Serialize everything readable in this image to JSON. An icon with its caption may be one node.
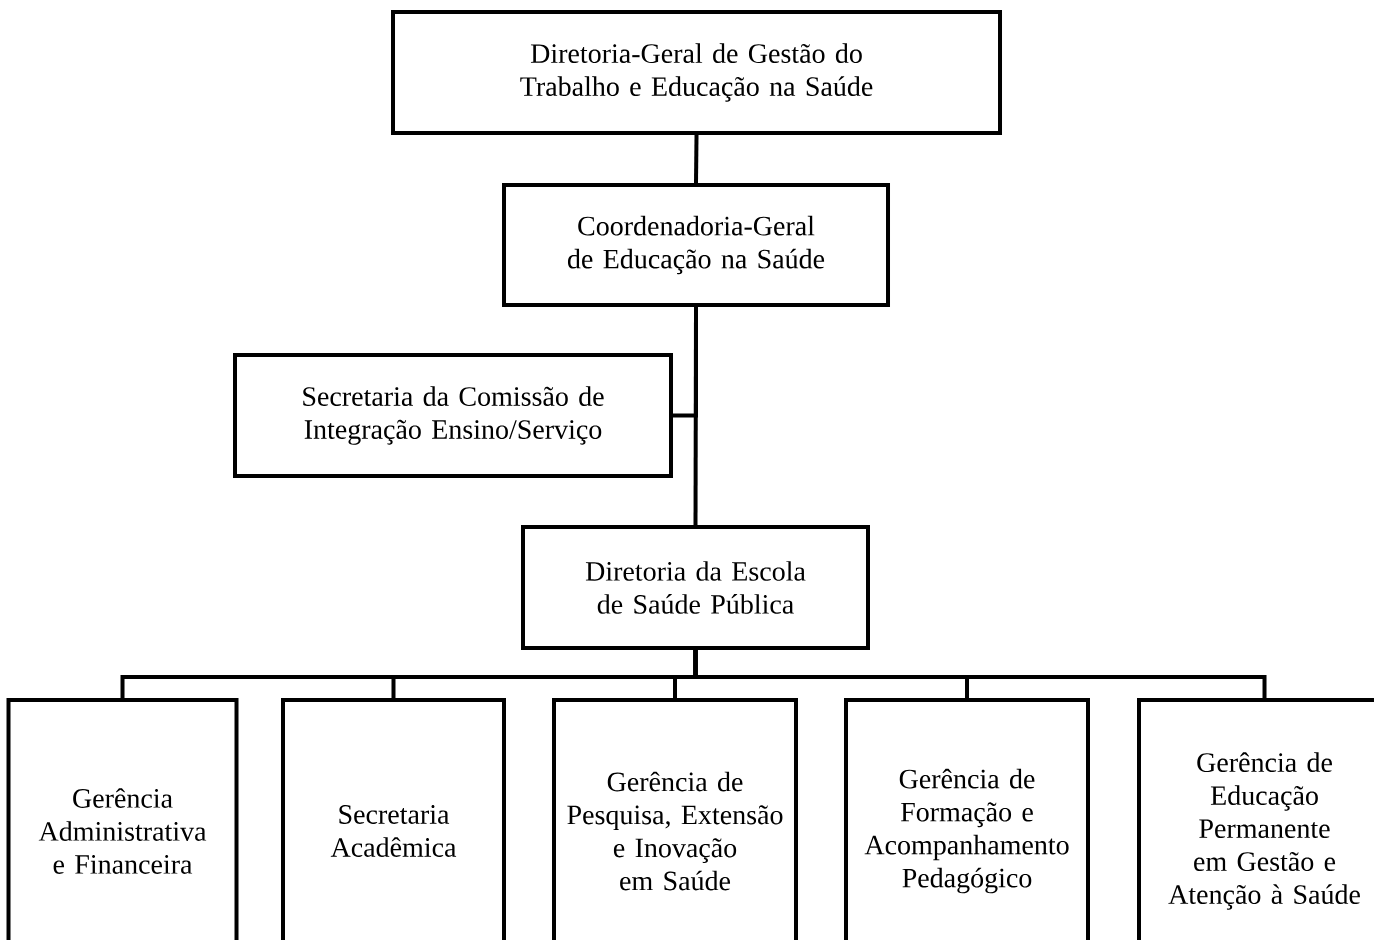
{
  "diagram": {
    "nodes": [
      {
        "text": [
          "Diretoria-Geral de Gestão do Trabalho e Educação na Saúde"
        ]
      },
      {
        "text": [
          "Coordenadoria-Geral de Educação na Saúde"
        ]
      },
      {
        "text": [
          "Secretaria da Comissão de Integração Ensino/Serviço"
        ]
      },
      {
        "text": [
          "Diretoria da Escola de Saúde Pública"
        ]
      },
      {
        "text": [
          "Gerência Administrativa e Financeira"
        ]
      },
      {
        "text": [
          "Secretaria Acadêmica"
        ]
      },
      {
        "text": [
          "Gerência de Pesquisa, Extensão e Inovação em Saúde"
        ]
      },
      {
        "text": [
          "Gerência de Formação e Acompanhamento Pedagógico"
        ]
      },
      {
        "text": [
          "Gerência de Educação Permanente em Gestão e Atenção à Saúde"
        ]
      }
    ],
    "edges": [
      {
        "from": 0,
        "to": 1,
        "arrow": "none"
      },
      {
        "from": 1,
        "to": 2,
        "arrow": "none"
      },
      {
        "from": 1,
        "to": 3,
        "arrow": "none"
      },
      {
        "from": 3,
        "to": 4,
        "arrow": "none"
      },
      {
        "from": 3,
        "to": 5,
        "arrow": "none"
      },
      {
        "from": 3,
        "to": 6,
        "arrow": "none"
      },
      {
        "from": 3,
        "to": 7,
        "arrow": "none"
      },
      {
        "from": 3,
        "to": 8,
        "arrow": "none"
      }
    ]
  }
}
